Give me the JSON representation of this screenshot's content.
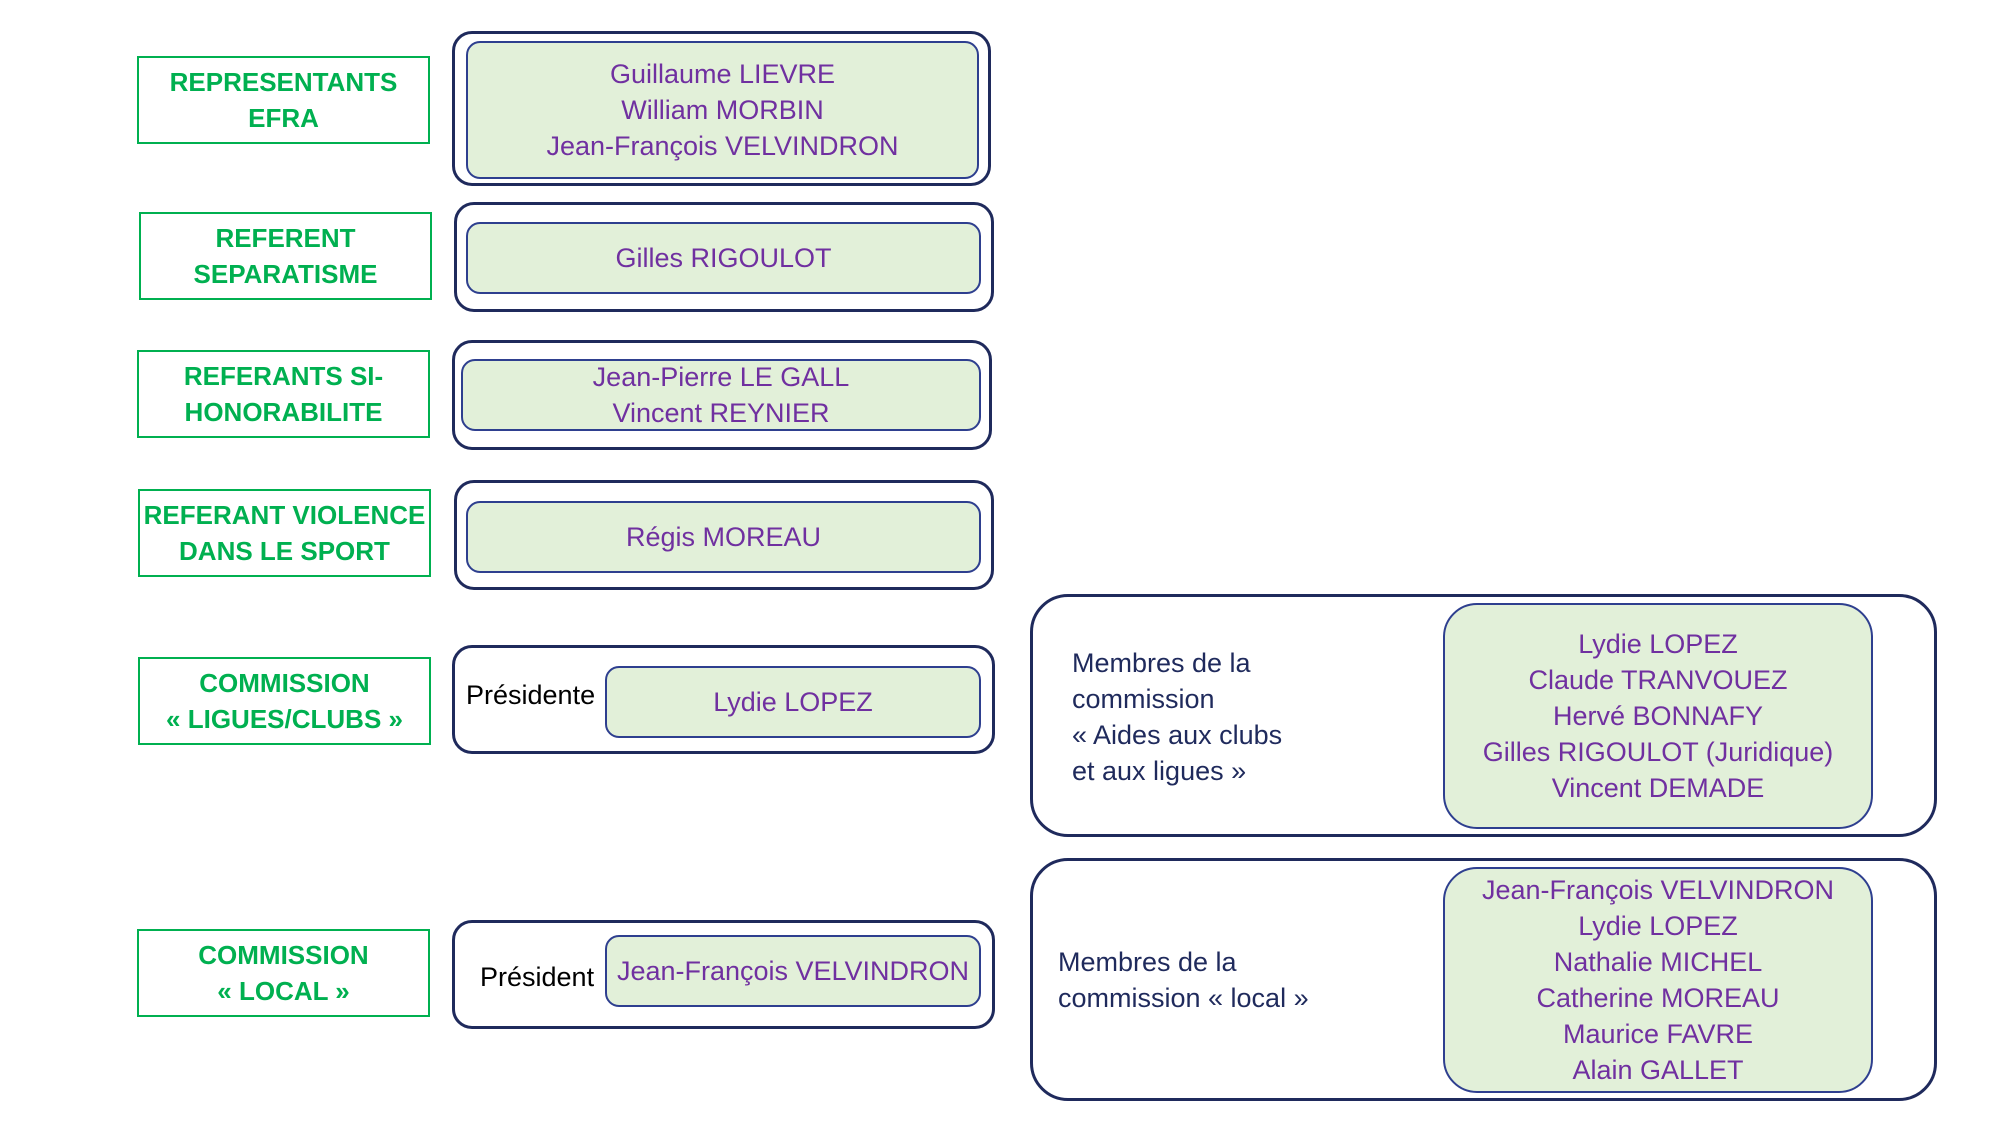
{
  "rows": [
    {
      "label": [
        "REPRESENTANTS",
        "EFRA"
      ],
      "names": [
        "Guillaume LIEVRE",
        "William MORBIN",
        "Jean-François VELVINDRON"
      ]
    },
    {
      "label": [
        "REFERENT",
        "SEPARATISME"
      ],
      "names": [
        "Gilles RIGOULOT"
      ]
    },
    {
      "label": [
        "REFERANTS SI-",
        "HONORABILITE"
      ],
      "names": [
        "Jean-Pierre LE GALL",
        "Vincent REYNIER"
      ]
    },
    {
      "label": [
        "REFERANT VIOLENCE",
        "DANS LE  SPORT"
      ],
      "names": [
        "Régis MOREAU"
      ]
    }
  ],
  "commissions": [
    {
      "label": [
        "COMMISSION",
        "« LIGUES/CLUBS »"
      ],
      "president_role": "Présidente",
      "president_name": "Lydie LOPEZ",
      "members_desc": [
        "Membres de la",
        "commission",
        "« Aides aux clubs",
        "et aux ligues »"
      ],
      "members": [
        "Lydie LOPEZ",
        "Claude TRANVOUEZ",
        "Hervé BONNAFY",
        "Gilles RIGOULOT (Juridique)",
        "Vincent DEMADE"
      ]
    },
    {
      "label": [
        "COMMISSION",
        "« LOCAL »"
      ],
      "president_role": "Président",
      "president_name": "Jean-François VELVINDRON",
      "members_desc": [
        "Membres de la",
        "commission « local »"
      ],
      "members": [
        "Jean-François VELVINDRON",
        "Lydie LOPEZ",
        "Nathalie MICHEL",
        "Catherine MOREAU",
        "Maurice FAVRE",
        "Alain GALLET"
      ]
    }
  ],
  "colors": {
    "label_green": "#00b050",
    "name_purple": "#7030a0",
    "frame_navy": "#1f2a5c",
    "fill_green": "#e2f0d9"
  }
}
